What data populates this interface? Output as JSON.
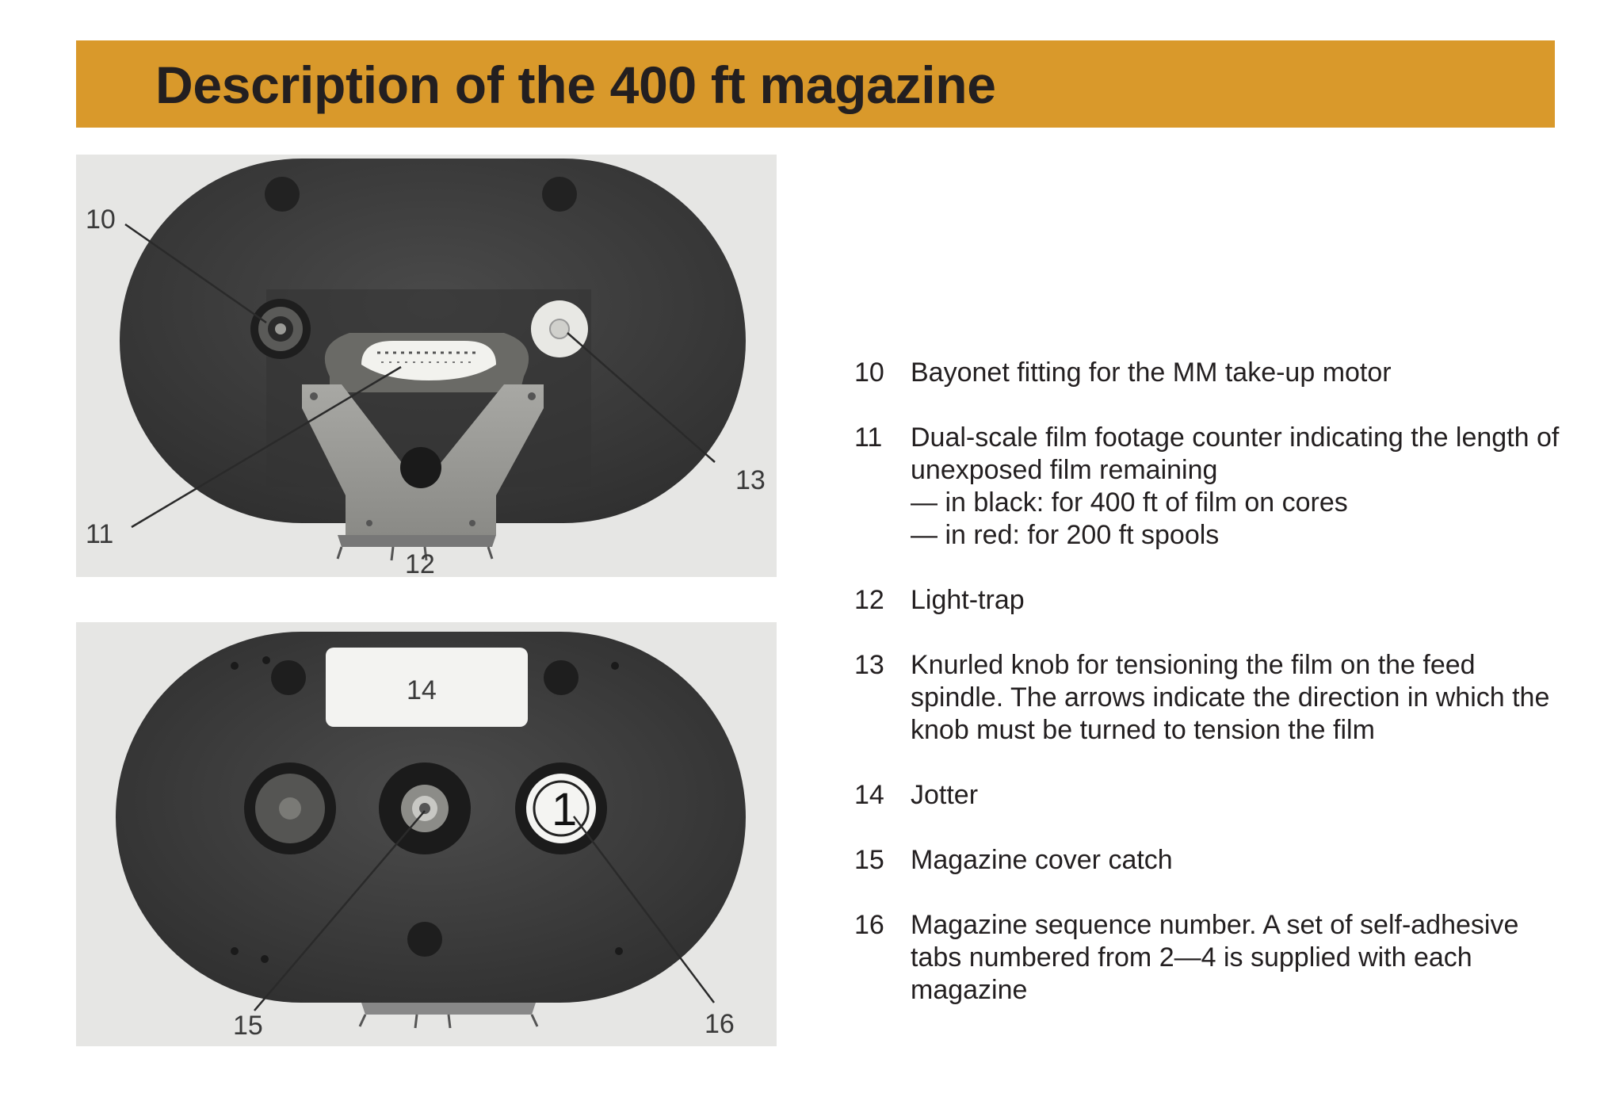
{
  "title": "Description of the 400 ft magazine",
  "figures": {
    "top": {
      "callouts": [
        "10",
        "11",
        "12",
        "13"
      ]
    },
    "bottom": {
      "jotter_label": "14",
      "sequence_badge": "1",
      "callouts": [
        "15",
        "16"
      ]
    }
  },
  "legend": [
    {
      "num": "10",
      "lines": [
        "Bayonet fitting for the MM take-up motor"
      ]
    },
    {
      "num": "11",
      "lines": [
        "Dual-scale film footage counter indicating the length of",
        "unexposed film remaining",
        "— in black: for 400 ft of film on cores",
        "— in red: for 200 ft spools"
      ]
    },
    {
      "num": "12",
      "lines": [
        "Light-trap"
      ]
    },
    {
      "num": "13",
      "lines": [
        "Knurled knob for tensioning the film on the feed",
        "spindle. The arrows indicate the direction in which the",
        "knob must be turned to tension the film"
      ]
    },
    {
      "num": "14",
      "lines": [
        "Jotter"
      ]
    },
    {
      "num": "15",
      "lines": [
        "Magazine cover catch"
      ]
    },
    {
      "num": "16",
      "lines": [
        "Magazine sequence number. A set of self-adhesive",
        "tabs numbered from 2—4 is supplied with each",
        "magazine"
      ]
    }
  ],
  "colors": {
    "title_bar": "#d9992b",
    "title_text": "#231f20",
    "photo_background": "#e6e6e4",
    "magazine_body": "#3c3c3c"
  }
}
